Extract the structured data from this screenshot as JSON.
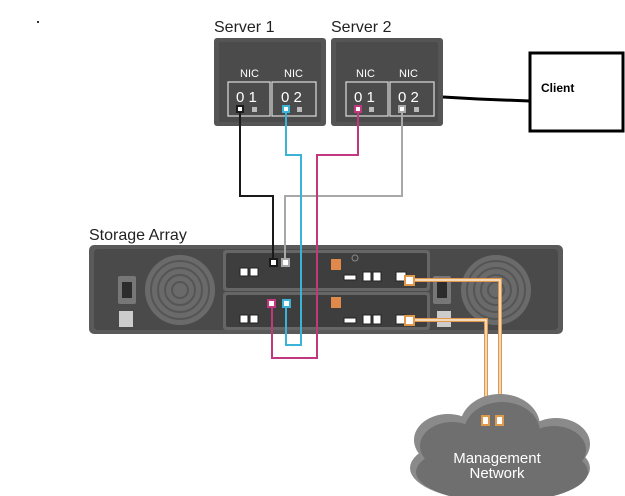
{
  "servers": [
    {
      "title": "Server 1",
      "nics": [
        {
          "label": "NIC",
          "port": "0 1"
        },
        {
          "label": "NIC",
          "port": "0 2"
        }
      ]
    },
    {
      "title": "Server 2",
      "nics": [
        {
          "label": "NIC",
          "port": "0 1"
        },
        {
          "label": "NIC",
          "port": "0 2"
        }
      ]
    }
  ],
  "client": {
    "label": "Client"
  },
  "storage": {
    "label": "Storage Array"
  },
  "network": {
    "line1": "Management",
    "line2": "Network"
  },
  "colors": {
    "s1_nic1": "#1a1a1a",
    "s1_nic2": "#3bb3d6",
    "s2_nic1": "#c2387f",
    "s2_nic2": "#a8a8a8",
    "mgmt": "#e0994a",
    "chassis": "#4a4a4a",
    "bezel": "#5c5c5c"
  }
}
